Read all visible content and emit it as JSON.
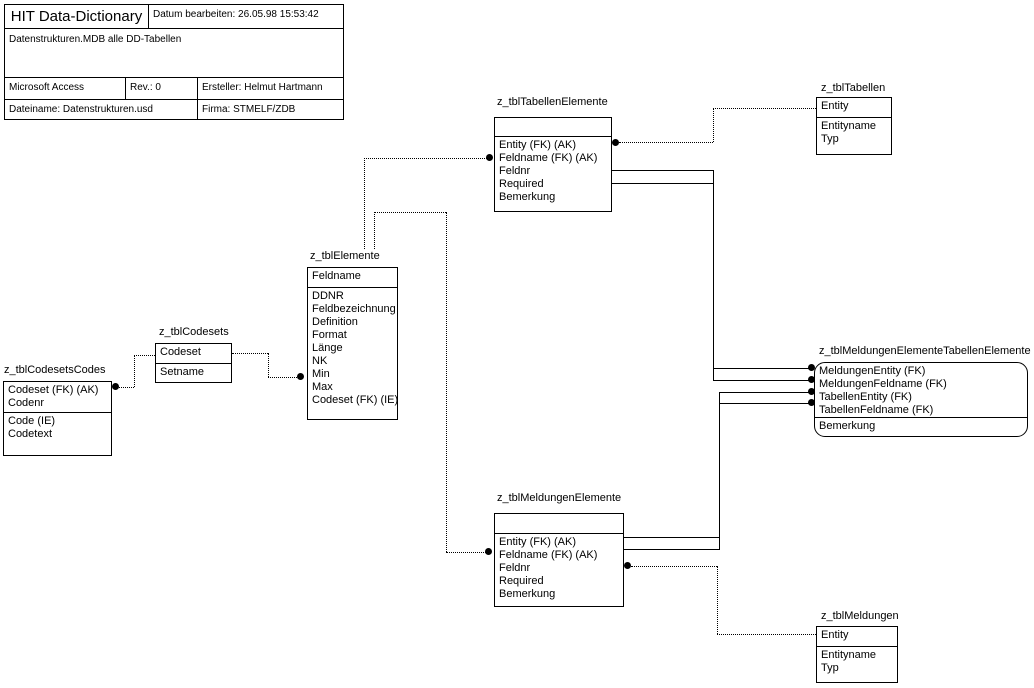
{
  "header": {
    "title": "HIT Data-Dictionary",
    "datum": "Datum bearbeiten: 26.05.98 15:53:42",
    "description": "Datenstrukturen.MDB alle DD-Tabellen",
    "app": "Microsoft Access",
    "revision": "Rev.: 0",
    "ersteller": "Ersteller: Helmut Hartmann",
    "dateiname": "Dateiname: Datenstrukturen.usd",
    "firma": "Firma: STMELF/ZDB"
  },
  "entities": [
    {
      "name": "z_tblTabellenElemente",
      "key_fields": [],
      "fields": [
        "Entity (FK) (AK)",
        "Feldname (FK) (AK)",
        "Feldnr",
        "Required",
        "Bemerkung"
      ]
    },
    {
      "name": "z_tblTabellen",
      "key_fields": [
        "Entity"
      ],
      "fields": [
        "Entityname",
        "Typ"
      ]
    },
    {
      "name": "z_tblElemente",
      "key_fields": [
        "Feldname"
      ],
      "fields": [
        "DDNR",
        "Feldbezeichnung",
        "Definition",
        "Format",
        "Länge",
        "NK",
        "Min",
        "Max",
        "Codeset (FK) (IE)"
      ]
    },
    {
      "name": "z_tblCodesets",
      "key_fields": [
        "Codeset"
      ],
      "fields": [
        "Setname"
      ]
    },
    {
      "name": "z_tblCodesetsCodes",
      "key_fields": [
        "Codeset (FK) (AK)",
        "Codenr"
      ],
      "fields": [
        "Code (IE)",
        "Codetext"
      ]
    },
    {
      "name": "z_tblMeldungenElementeTabellenElemente",
      "key_fields": [
        "MeldungenEntity (FK)",
        "MeldungenFeldname (FK)",
        "TabellenEntity (FK)",
        "TabellenFeldname (FK)"
      ],
      "fields": [
        "Bemerkung"
      ]
    },
    {
      "name": "z_tblMeldungenElemente",
      "key_fields": [],
      "fields": [
        "Entity (FK) (AK)",
        "Feldname (FK) (AK)",
        "Feldnr",
        "Required",
        "Bemerkung"
      ]
    },
    {
      "name": "z_tblMeldungen",
      "key_fields": [
        "Entity"
      ],
      "fields": [
        "Entityname",
        "Typ"
      ]
    }
  ],
  "colors": {
    "line": "#000000",
    "background": "#ffffff"
  }
}
